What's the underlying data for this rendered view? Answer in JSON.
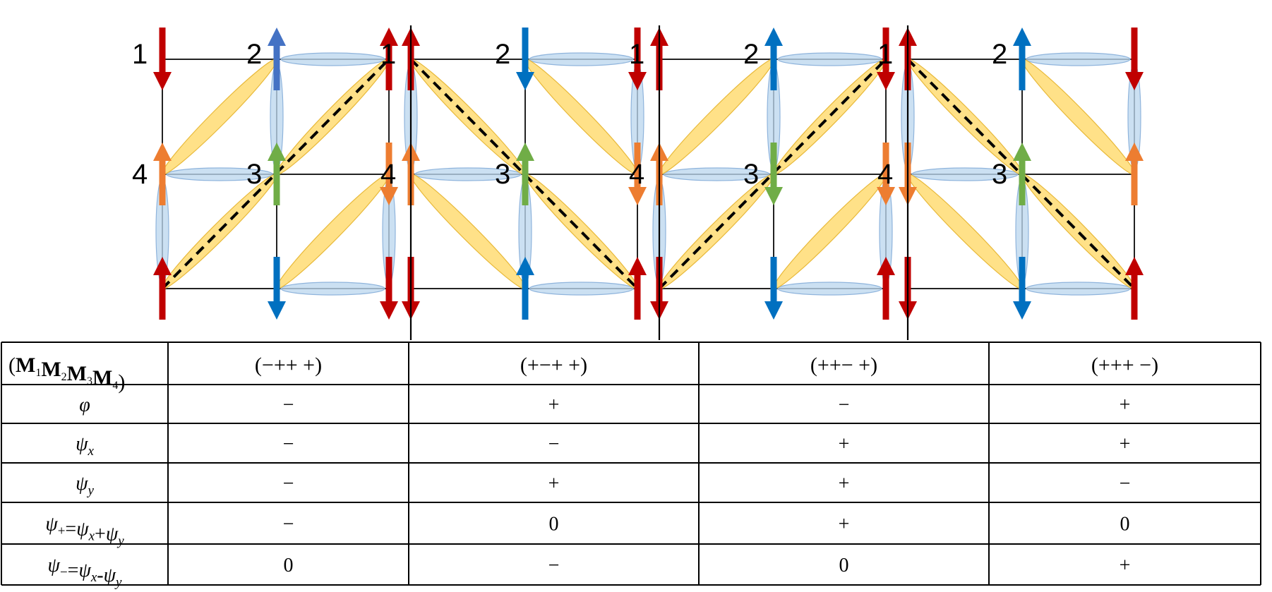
{
  "colors": {
    "red": "#c00000",
    "blue": "#0070c0",
    "blue_light": "#4472c4",
    "orange": "#ed7d31",
    "green": "#70ad47",
    "yellow_bond": "#ffd966",
    "blue_bond": "#bdd7ee"
  },
  "site_labels": [
    "1",
    "2",
    "3",
    "4"
  ],
  "arrow_icons": [
    "red-arrow-icon",
    "blue-arrow-icon",
    "orange-arrow-icon",
    "green-arrow-icon"
  ],
  "panels": [
    {
      "config": "(−++ +)",
      "diagonal": "anti",
      "spins": {
        "M1": "down",
        "M2": "up",
        "M3": "up",
        "M4": "up"
      }
    },
    {
      "config": "(+−+ +)",
      "diagonal": "main",
      "spins": {
        "M1": "up",
        "M2": "down",
        "M3": "up",
        "M4": "up"
      }
    },
    {
      "config": "(++− +)",
      "diagonal": "anti",
      "spins": {
        "M1": "up",
        "M2": "up",
        "M3": "down",
        "M4": "up"
      }
    },
    {
      "config": "(+++ −)",
      "diagonal": "main",
      "spins": {
        "M1": "up",
        "M2": "up",
        "M3": "up",
        "M4": "down"
      }
    }
  ],
  "table": {
    "header_label": "(M1M2M3M4)",
    "header_parts": [
      "(",
      "M",
      "1",
      "M",
      "2",
      "M",
      "3",
      "M",
      "4",
      ")"
    ],
    "rows": [
      {
        "label": "φ",
        "label_parts": [
          "φ"
        ],
        "values": [
          "−",
          "+",
          "−",
          "+"
        ]
      },
      {
        "label": "ψx",
        "label_parts": [
          "ψ",
          "x"
        ],
        "values": [
          "−",
          "−",
          "+",
          "+"
        ]
      },
      {
        "label": "ψy",
        "label_parts": [
          "ψ",
          "y"
        ],
        "values": [
          "−",
          "+",
          "+",
          "−"
        ]
      },
      {
        "label": "ψ+=ψx+ψy",
        "label_parts": [
          "ψ",
          "+",
          "=",
          "ψ",
          "x",
          "+",
          "ψ",
          "y"
        ],
        "values": [
          "−",
          "0",
          "+",
          "0"
        ]
      },
      {
        "label": "ψ−=ψx-ψy",
        "label_parts": [
          "ψ",
          "−",
          "=",
          "ψ",
          "x",
          "-",
          "ψ",
          "y"
        ],
        "values": [
          "0",
          "−",
          "0",
          "+"
        ]
      }
    ]
  }
}
